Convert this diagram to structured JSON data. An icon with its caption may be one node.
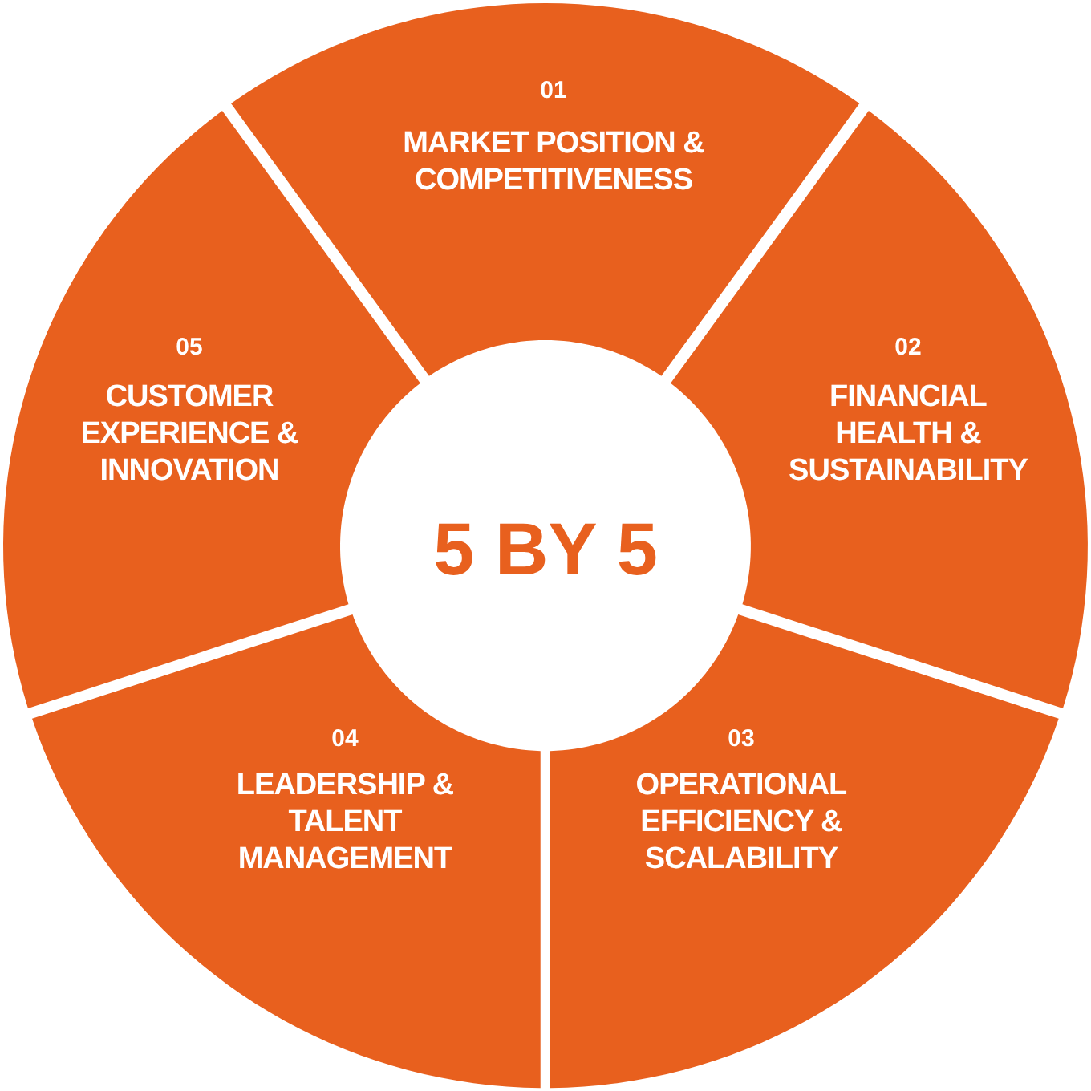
{
  "diagram": {
    "nodes": [
      {
        "text": [
          "5 BY 5"
        ]
      },
      {
        "text": [
          "01",
          "MARKET POSITION & COMPETITIVENESS"
        ]
      },
      {
        "text": [
          "02",
          "FINANCIAL HEALTH & SUSTAINABILITY"
        ]
      },
      {
        "text": [
          "03",
          "OPERATIONAL EFFICIENCY & SCALABILITY"
        ]
      },
      {
        "text": [
          "04",
          "LEADERSHIP & TALENT MANAGEMENT"
        ]
      },
      {
        "text": [
          "05",
          "CUSTOMER EXPERIENCE & INNOVATION"
        ]
      }
    ],
    "edges": []
  }
}
